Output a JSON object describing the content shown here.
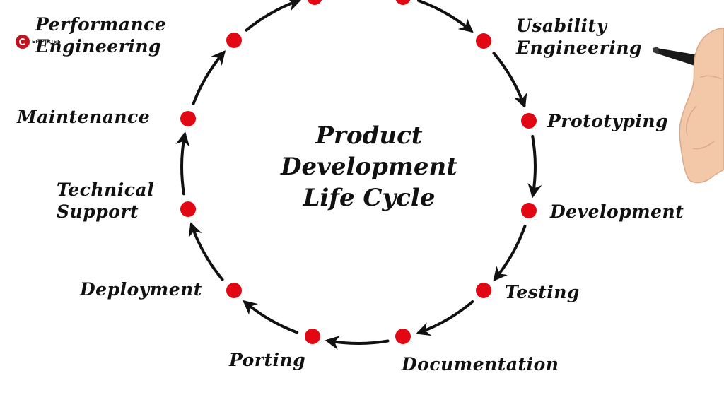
{
  "logo": {
    "text": "EMPIRISE"
  },
  "title": {
    "lines": [
      "Product",
      "Development",
      "Life Cycle"
    ]
  },
  "stages": [
    {
      "id": "usability-engineering",
      "lines": [
        "Usability",
        "Engineering"
      ]
    },
    {
      "id": "prototyping",
      "lines": [
        "Prototyping"
      ]
    },
    {
      "id": "development",
      "lines": [
        "Development"
      ]
    },
    {
      "id": "testing",
      "lines": [
        "Testing"
      ]
    },
    {
      "id": "documentation",
      "lines": [
        "Documentation"
      ]
    },
    {
      "id": "porting",
      "lines": [
        "Porting"
      ]
    },
    {
      "id": "deployment",
      "lines": [
        "Deployment"
      ]
    },
    {
      "id": "technical-support",
      "lines": [
        "Technical",
        "Support"
      ]
    },
    {
      "id": "maintenance",
      "lines": [
        "Maintenance"
      ]
    },
    {
      "id": "performance-engineering",
      "lines": [
        "Performance",
        "Engineering"
      ]
    }
  ],
  "colors": {
    "node": "#e30613",
    "arrow": "#111111",
    "text": "#111111",
    "skin": "#f2c8a8",
    "marker": "#1a1a1a"
  }
}
